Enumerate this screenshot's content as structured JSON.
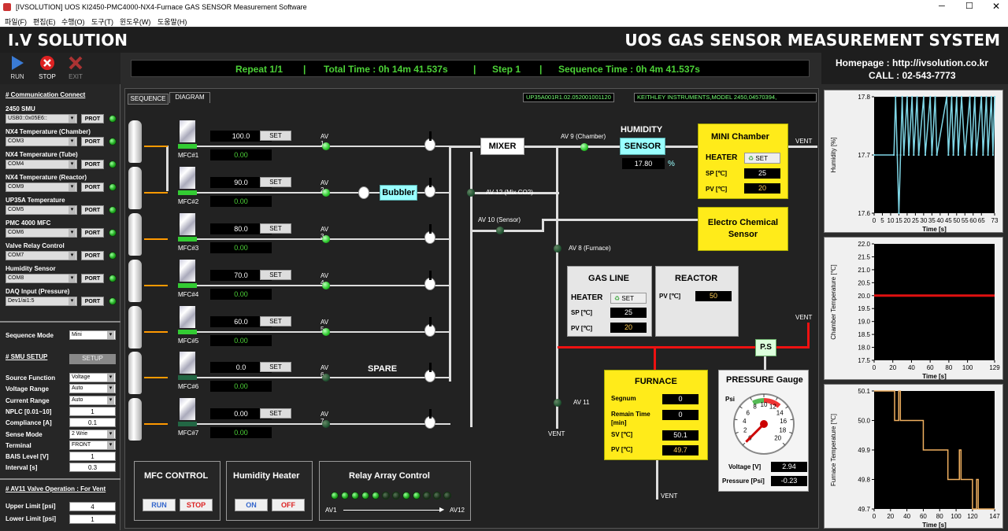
{
  "window": {
    "title": "[IVSOLUTION] UOS KI2450-PMC4000-NX4-Furnace GAS SENSOR Measurement Software"
  },
  "menu": [
    "파일(F)",
    "편집(E)",
    "수행(O)",
    "도구(T)",
    "윈도우(W)",
    "도움말(H)"
  ],
  "banner": {
    "left": "I.V SOLUTION",
    "right": "UOS GAS SENSOR MEASUREMENT SYSTEM"
  },
  "toolbar": {
    "run": "RUN",
    "stop": "STOP",
    "exit": "EXIT"
  },
  "status": {
    "repeat": "Repeat 1/1",
    "total": "Total Time : 0h 14m 41.537s",
    "step": "Step 1",
    "seq": "Sequence Time : 0h 4m 41.537s",
    "sep": "|"
  },
  "contact": {
    "homepage": "Homepage : http://ivsolution.co.kr",
    "call": "CALL : 02-543-7773"
  },
  "comm": {
    "header": "# Communication Connect",
    "port_label": "PROT",
    "port_label2": "PORT",
    "items": [
      {
        "label": "2450 SMU",
        "value": "USB0::0x05E6::"
      },
      {
        "label": "NX4 Temperature (Chamber)",
        "value": "COM3"
      },
      {
        "label": "NX4 Temperature (Tube)",
        "value": "COM4"
      },
      {
        "label": "NX4 Temperature (Reactor)",
        "value": "COM9"
      },
      {
        "label": "UP35A Temperature",
        "value": "COM5"
      },
      {
        "label": "PMC 4000 MFC",
        "value": "COM6"
      },
      {
        "label": "Valve Relay Control",
        "value": "COM7"
      },
      {
        "label": "Humidity Sensor",
        "value": "COM8"
      },
      {
        "label": "DAQ Input (Pressure)",
        "value": "Dev1/ai1:5"
      }
    ]
  },
  "sequence": {
    "label": "Sequence Mode",
    "value": "Mini"
  },
  "smu": {
    "header": "# SMU SETUP",
    "setup": "SETUP",
    "rows": [
      {
        "label": "Source Function",
        "value": "Voltage"
      },
      {
        "label": "Voltage Range",
        "value": "Auto"
      },
      {
        "label": "Current Range",
        "value": "Auto"
      },
      {
        "label": "NPLC  [0.01~10]",
        "value": "1"
      },
      {
        "label": "Compliance [A]",
        "value": "0.1"
      },
      {
        "label": "Sense Mode",
        "value": "2 Wrie"
      },
      {
        "label": "Terminal",
        "value": "FRONT"
      },
      {
        "label": "BAIS Level [V]",
        "value": "1"
      },
      {
        "label": "Interval [s]",
        "value": "0.3"
      }
    ]
  },
  "av11": {
    "header": "# AV11 Valve Operation : For Vent",
    "upper_label": "Upper Limit [psi]",
    "upper": "4",
    "lower_label": "Lower Limit [psi]",
    "lower": "1"
  },
  "tabs": {
    "sequence": "SEQUENCE",
    "diagram": "DIAGRAM"
  },
  "devices": {
    "up35a": "UP35A001R1.02.052001001120",
    "keithley": "KEITHLEY INSTRUMENTS,MODEL 2450,04570394,"
  },
  "mfcs": [
    {
      "name": "MFC#1",
      "set": "100.0",
      "read": "0.00",
      "valve": "AV 1",
      "on": true
    },
    {
      "name": "MFC#2",
      "set": "90.0",
      "read": "0.00",
      "valve": "AV 2",
      "on": true
    },
    {
      "name": "MFC#3",
      "set": "80.0",
      "read": "0.00",
      "valve": "AV 3",
      "on": true
    },
    {
      "name": "MFC#4",
      "set": "70.0",
      "read": "0.00",
      "valve": "AV 4",
      "on": true
    },
    {
      "name": "MFC#5",
      "set": "60.0",
      "read": "0.00",
      "valve": "AV 5",
      "on": true
    },
    {
      "name": "MFC#6",
      "set": "0.0",
      "read": "0.00",
      "valve": "AV 6",
      "on": false
    },
    {
      "name": "MFC#7",
      "set": "0.00",
      "read": "0.00",
      "valve": "AV 7",
      "on": false
    }
  ],
  "set_label": "SET",
  "diagram": {
    "bubbler": "Bubbler",
    "mixer": "MIXER",
    "spare": "SPARE",
    "av9": "AV 9 (Chamber)",
    "av12": "AV 12 (Mix CO2)",
    "av10": "AV 10 (Sensor)",
    "av8": "AV 8 (Furnace)",
    "av11": "AV 11",
    "vent": "VENT",
    "ps": "P.S",
    "humidity_title": "HUMIDITY",
    "humidity_sensor": "SENSOR",
    "humidity_value": "17.80",
    "humidity_unit": "%",
    "mini_chamber": {
      "title": "MINI Chamber",
      "heater": "HEATER",
      "set": "SET",
      "sp_label": "SP [℃]",
      "sp": "25",
      "pv_label": "PV [℃]",
      "pv": "20"
    },
    "electro": "Electro Chemical Sensor",
    "gasline": {
      "title": "GAS LINE",
      "heater": "HEATER",
      "set": "SET",
      "sp_label": "SP [℃]",
      "sp": "25",
      "pv_label": "PV [℃]",
      "pv": "20"
    },
    "reactor": {
      "title": "REACTOR",
      "pv_label": "PV [℃]",
      "pv": "50"
    },
    "furnace": {
      "title": "FURNACE",
      "seg_label": "Segnum",
      "seg": "0",
      "remain_label": "Remain Time [min]",
      "remain": "0",
      "sv_label": "SV [℃]",
      "sv": "50.1",
      "pv_label": "PV [℃]",
      "pv": "49.7"
    },
    "pressure": {
      "title": "PRESSURE Gauge",
      "unit": "Psi",
      "volt_label": "Voltage [V]",
      "volt": "2.94",
      "press_label": "Pressure [Psi]",
      "press": "-0.23",
      "ticks": [
        "0",
        "2",
        "4",
        "6",
        "8",
        "10",
        "12",
        "14",
        "16",
        "18",
        "20"
      ],
      "needle": -0.23
    }
  },
  "controls": {
    "mfc_title": "MFC CONTROL",
    "run": "RUN",
    "stop": "STOP",
    "hum_title": "Humidity Heater",
    "on": "ON",
    "off": "OFF",
    "relay_title": "Relay Array Control",
    "av1": "AV1",
    "av12": "AV12",
    "relays": [
      1,
      1,
      1,
      1,
      1,
      0,
      0,
      1,
      1,
      0,
      0,
      0
    ]
  },
  "chart_data": [
    {
      "type": "line",
      "ylabel": "Humidity [%]",
      "xlabel": "Time [s]",
      "xlim": [
        0,
        73
      ],
      "ylim": [
        17.6,
        17.8
      ],
      "xticks": [
        "0",
        "5",
        "10",
        "15",
        "20",
        "25",
        "30",
        "35",
        "40",
        "45",
        "50",
        "55",
        "60",
        "65",
        "73"
      ],
      "yticks": [
        "17.8",
        "17.7",
        "17.6"
      ],
      "color": "#7fd6e6",
      "series": [
        {
          "values": [
            [
              0,
              17.7
            ],
            [
              12,
              17.7
            ],
            [
              13,
              17.8
            ],
            [
              14,
              17.7
            ],
            [
              15,
              17.6
            ],
            [
              16,
              17.7
            ],
            [
              17,
              17.8
            ],
            [
              18,
              17.7
            ],
            [
              20,
              17.8
            ],
            [
              21,
              17.7
            ],
            [
              23,
              17.8
            ],
            [
              24,
              17.7
            ],
            [
              26,
              17.8
            ],
            [
              27,
              17.7
            ],
            [
              30,
              17.8
            ],
            [
              31,
              17.7
            ],
            [
              34,
              17.8
            ],
            [
              35,
              17.7
            ],
            [
              37,
              17.8
            ],
            [
              38,
              17.7
            ],
            [
              44,
              17.8
            ],
            [
              45,
              17.7
            ],
            [
              47,
              17.8
            ],
            [
              48,
              17.7
            ],
            [
              50,
              17.8
            ],
            [
              51,
              17.7
            ],
            [
              53,
              17.8
            ],
            [
              55,
              17.7
            ],
            [
              58,
              17.8
            ],
            [
              59,
              17.7
            ],
            [
              61,
              17.8
            ],
            [
              62,
              17.7
            ],
            [
              65,
              17.8
            ],
            [
              66,
              17.7
            ],
            [
              68,
              17.8
            ],
            [
              69,
              17.7
            ],
            [
              71,
              17.8
            ],
            [
              72,
              17.7
            ],
            [
              73,
              17.8
            ]
          ]
        }
      ]
    },
    {
      "type": "line",
      "ylabel": "Chamber Temperature [℃]",
      "xlabel": "Time [s]",
      "xlim": [
        0,
        129
      ],
      "ylim": [
        17.5,
        22.0
      ],
      "xticks": [
        "0",
        "20",
        "40",
        "60",
        "80",
        "100",
        "129"
      ],
      "yticks": [
        "22.0",
        "21.5",
        "21.0",
        "20.5",
        "20.0",
        "19.5",
        "19.0",
        "18.5",
        "18.0",
        "17.5"
      ],
      "color": "#e01010",
      "series": [
        {
          "values": [
            [
              0,
              20.0
            ],
            [
              129,
              20.0
            ]
          ]
        }
      ]
    },
    {
      "type": "line",
      "ylabel": "Furnace Temperature [℃]",
      "xlabel": "Time [s]",
      "xlim": [
        0,
        147
      ],
      "ylim": [
        49.7,
        50.1
      ],
      "xticks": [
        "0",
        "20",
        "40",
        "60",
        "80",
        "100",
        "120",
        "147"
      ],
      "yticks": [
        "50.1",
        "50.0",
        "49.9",
        "49.8",
        "49.7"
      ],
      "color": "#f0b060",
      "series": [
        {
          "values": [
            [
              0,
              50.1
            ],
            [
              25,
              50.1
            ],
            [
              25,
              50.0
            ],
            [
              30,
              50.0
            ],
            [
              30,
              50.1
            ],
            [
              32,
              50.1
            ],
            [
              32,
              50.0
            ],
            [
              60,
              50.0
            ],
            [
              60,
              49.9
            ],
            [
              90,
              49.9
            ],
            [
              90,
              49.8
            ],
            [
              104,
              49.8
            ],
            [
              104,
              49.9
            ],
            [
              106,
              49.9
            ],
            [
              106,
              49.8
            ],
            [
              120,
              49.8
            ],
            [
              120,
              49.7
            ],
            [
              125,
              49.7
            ],
            [
              125,
              49.8
            ],
            [
              127,
              49.8
            ],
            [
              127,
              49.7
            ],
            [
              147,
              49.7
            ]
          ]
        }
      ]
    }
  ]
}
